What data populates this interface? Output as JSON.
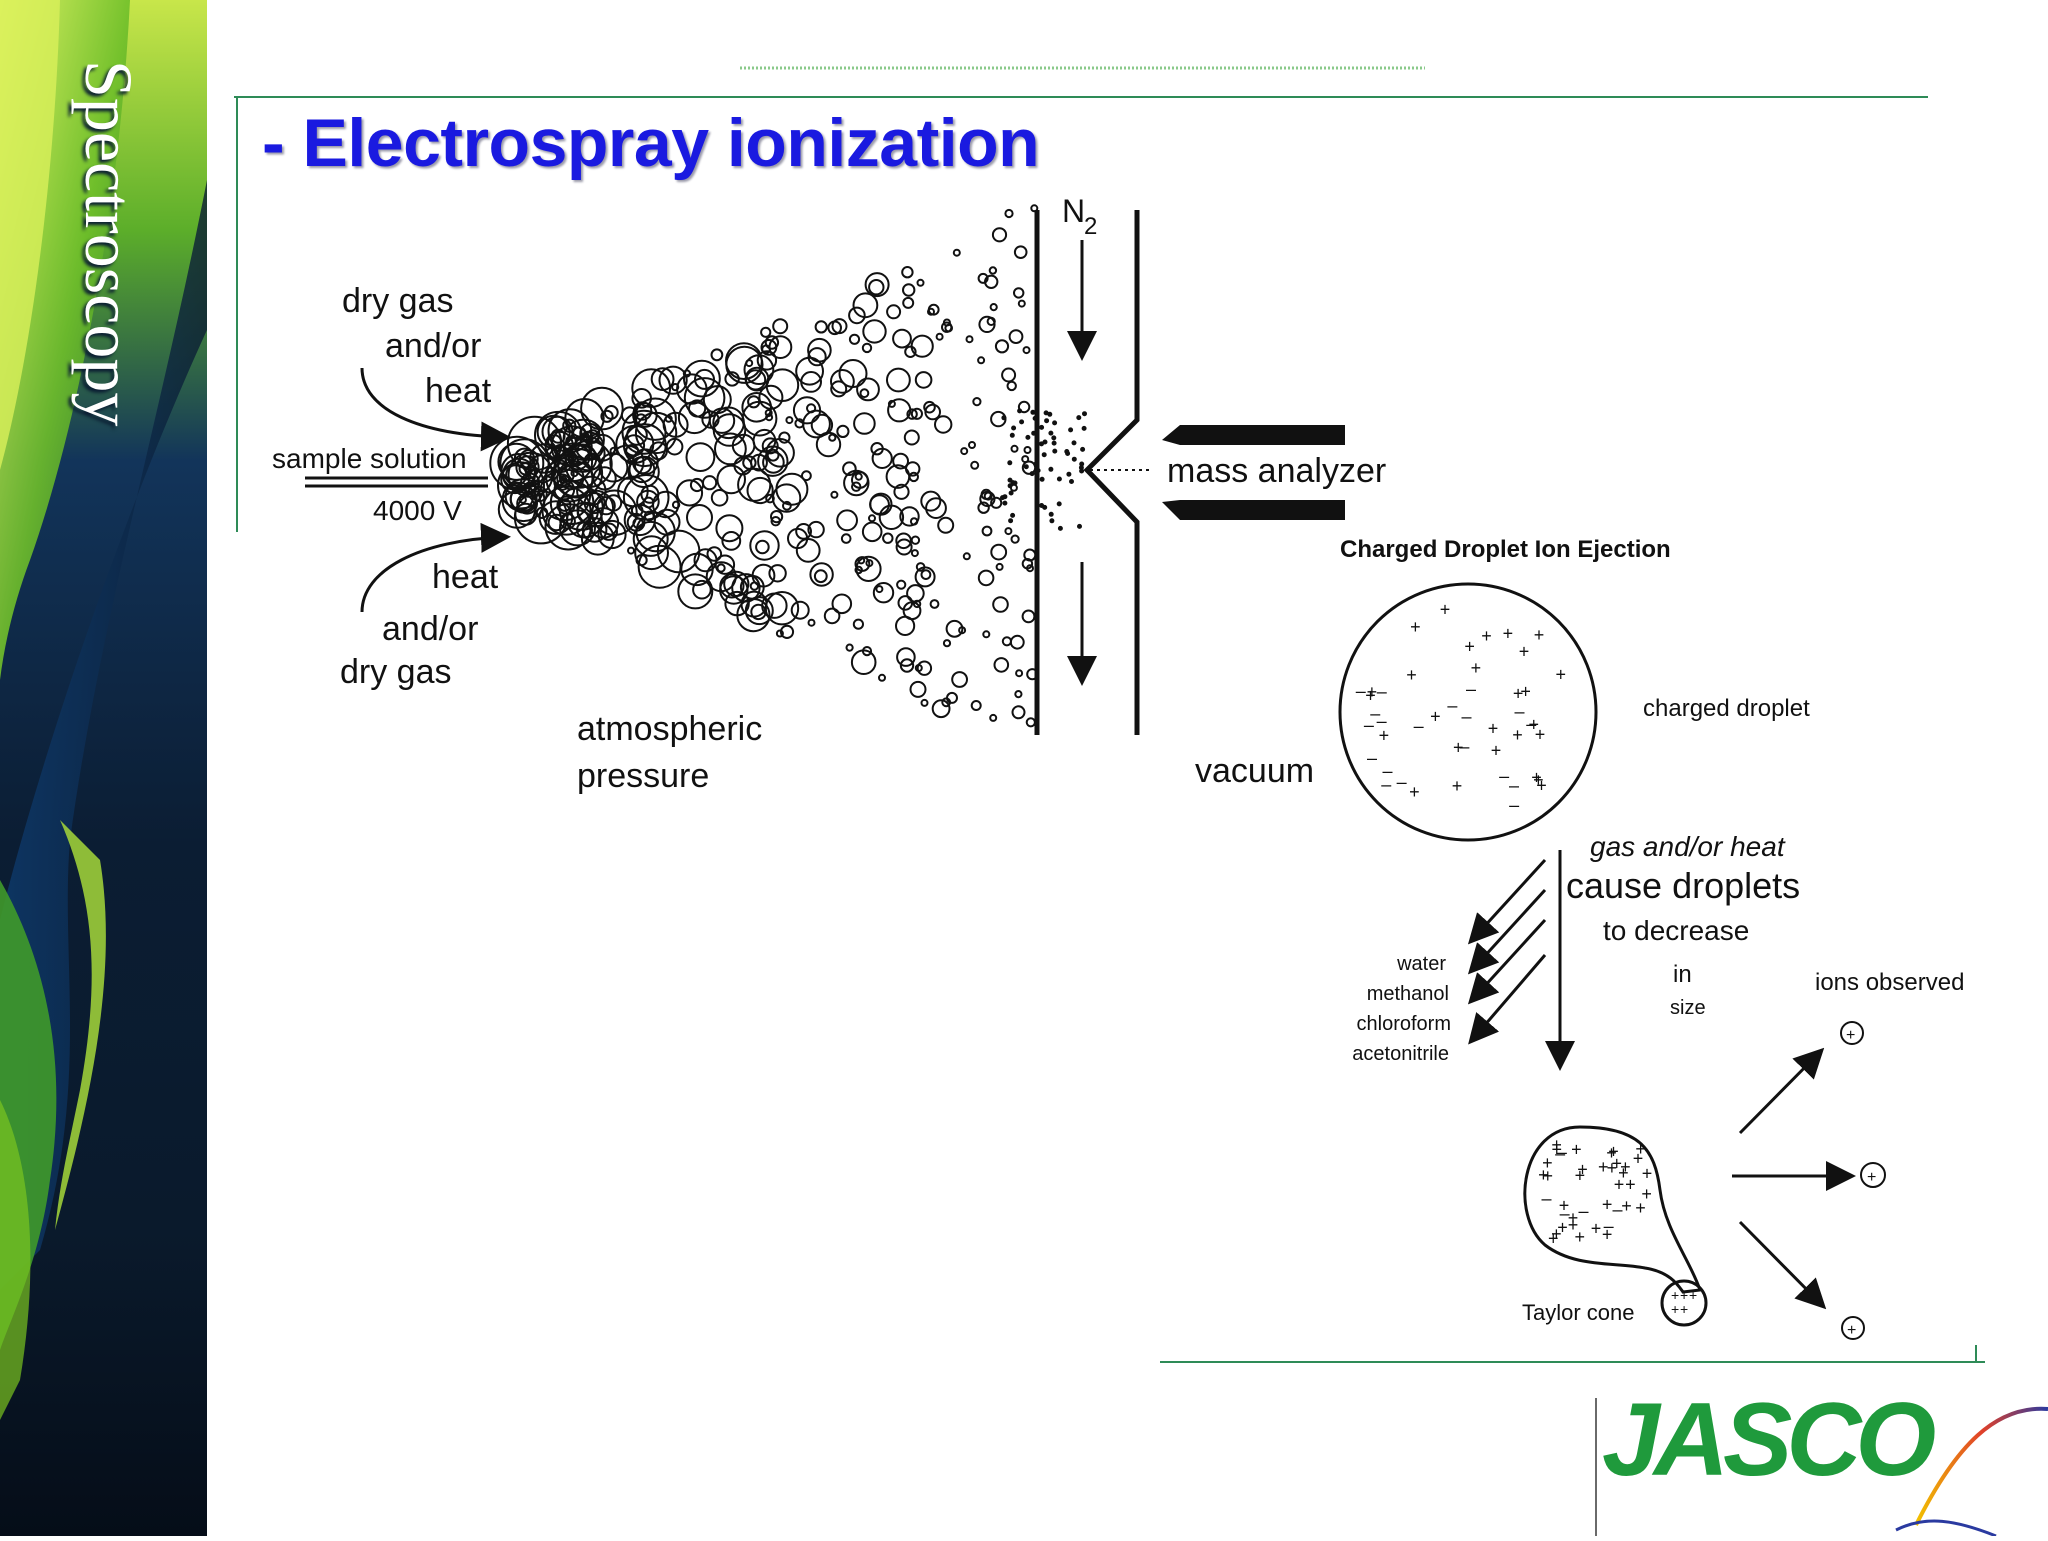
{
  "sidebar": {
    "title": "Spectroscopy"
  },
  "slide": {
    "title": "- Electrospray ionization"
  },
  "diagram": {
    "n2_label": "N",
    "n2_subscript": "2",
    "dry_gas_top": [
      "dry gas",
      "and/or",
      "heat"
    ],
    "sample_solution": "sample solution",
    "voltage": "4000 V",
    "heat_bottom": [
      "heat",
      "and/or",
      "dry gas"
    ],
    "atmospheric_pressure": [
      "atmospheric",
      "pressure"
    ],
    "mass_analyzer": "mass analyzer",
    "vacuum": "vacuum",
    "ejection_title": "Charged Droplet Ion Ejection",
    "charged_droplet": "charged droplet",
    "gas_heat": "gas and/or heat",
    "cause_droplets": [
      "cause droplets",
      "to decrease",
      "in",
      "size"
    ],
    "solvents": [
      "water",
      "methanol",
      "chloroform",
      "acetonitrile"
    ],
    "ions_observed": "ions observed",
    "taylor_cone": "Taylor cone"
  },
  "logo": {
    "text": "JASCO",
    "color": "#1f9a3c"
  },
  "colors": {
    "title_blue": "#1a1ae0",
    "rule_green": "#2e8b57",
    "sidebar_dark": "#0b1d33",
    "sidebar_green": "#7bc41f"
  }
}
